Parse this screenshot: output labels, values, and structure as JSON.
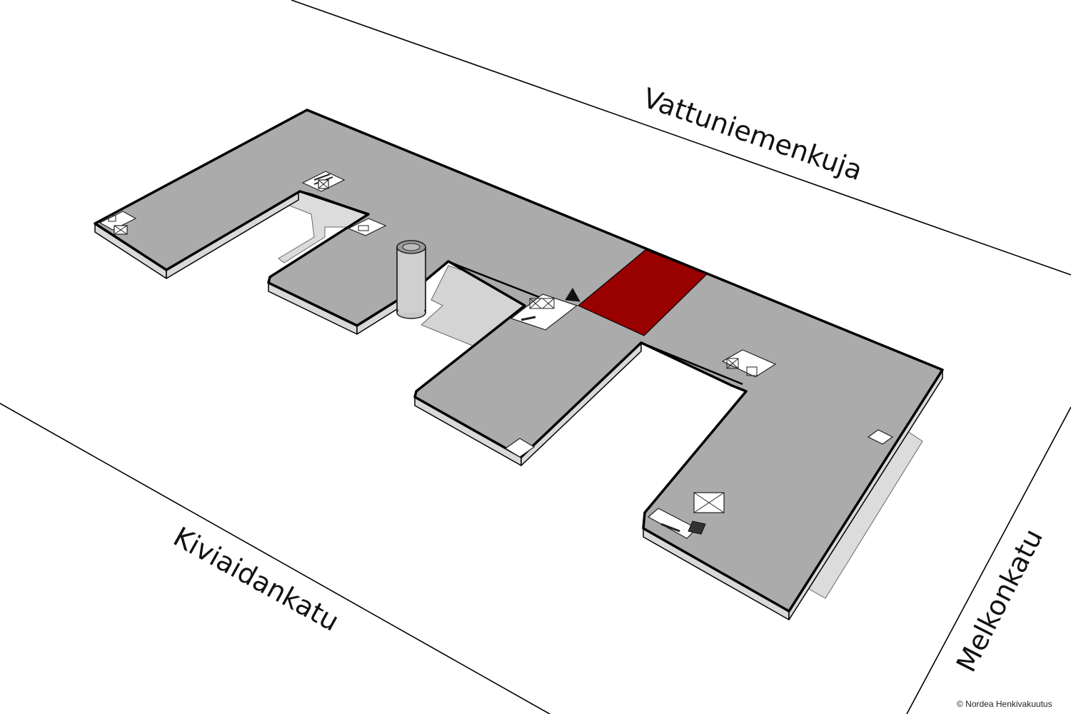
{
  "streets": {
    "north": "Vattuniemenkuja",
    "southwest": "Kiviaidankatu",
    "east": "Melkonkatu"
  },
  "copyright": "© Nordea Henkivakuutus",
  "colors": {
    "floor": "#ababab",
    "floor_side": "#d9d9d9",
    "ground_shade": "#dcdcdc",
    "highlight": "#990000",
    "highlight_side": "#6e0000",
    "background": "#ffffff"
  },
  "map": {
    "view": "isometric floor plan",
    "highlighted_space": "red section of the north wing",
    "icons": [
      "entrance-arrow-icon",
      "stair-icon",
      "elevator-icon",
      "chimney-icon"
    ]
  }
}
